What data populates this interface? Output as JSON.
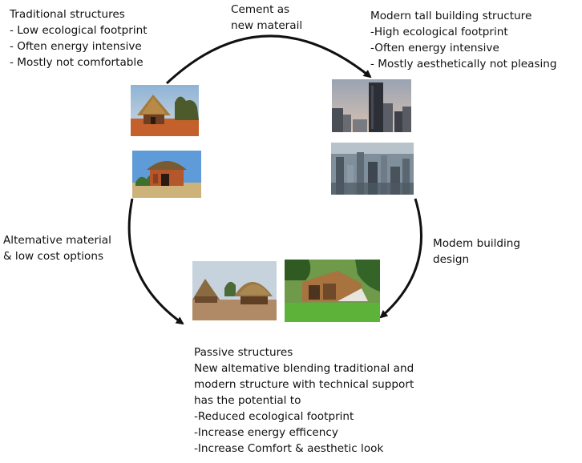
{
  "traditional": {
    "title": "Traditional structures",
    "items": [
      "- Low ecological footprint",
      "- Often energy intensive",
      "- Mostly not comfortable"
    ]
  },
  "modern": {
    "title": "Modern tall building structure",
    "items": [
      "-High ecological footprint",
      "-Often energy intensive",
      "- Mostly aesthetically not pleasing"
    ]
  },
  "arrows": {
    "cement": [
      "Cement as",
      "new materail"
    ],
    "modern_design": [
      "Modem building",
      "design"
    ],
    "alternative": [
      "Altemative material",
      "& low cost options"
    ]
  },
  "passive": {
    "lines": [
      "Passive structures",
      "New altemative blending traditional and",
      "modern structure with technical support",
      "has the potential to",
      "-Reduced ecological footprint",
      "-Increase energy efficency",
      "-Increase Comfort & aesthetic look"
    ]
  },
  "colors": {
    "text": "#111111",
    "arrow": "#111111"
  },
  "images": [
    "traditional-thatched-hut-photo",
    "traditional-round-house-photo",
    "modern-skyscraper-photo",
    "modern-city-skyline-photo",
    "passive-thatched-huts-photo",
    "passive-modern-house-photo"
  ]
}
